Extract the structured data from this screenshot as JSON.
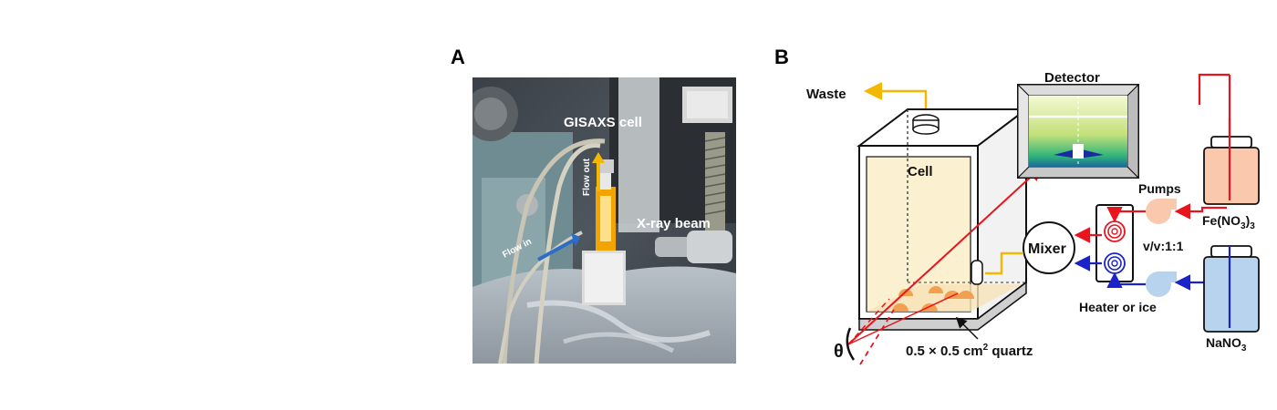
{
  "panel_a": {
    "letter": "A",
    "labels": {
      "gisaxs_cell": "GISAXS cell",
      "flow_out": "Flow out",
      "flow_in": "Flow in",
      "xray_beam": "X-ray beam"
    }
  },
  "panel_b": {
    "letter": "B",
    "labels": {
      "waste": "Waste",
      "detector": "Detector",
      "cell": "Cell",
      "pumps": "Pumps",
      "mixer": "Mixer",
      "ratio": "v/v:1:1",
      "heater": "Heater or ice",
      "theta": "θ",
      "quartz_pre": "0.5 × 0.5 cm",
      "quartz_sup": "2",
      "quartz_post": " quartz",
      "reagent_top_main": "Fe(NO",
      "reagent_top_sub": "3",
      "reagent_top_close": ")",
      "reagent_top_sub2": "3",
      "reagent_bottom_main": "NaNO",
      "reagent_bottom_sub": "3"
    }
  },
  "colors": {
    "waste_line": "#f5b800",
    "red_line": "#e8141e",
    "blue_line": "#1a22c8",
    "cell_fill": "#fbf0cf",
    "fe_solution": "#f9c8ad",
    "na_solution": "#b8d3ee",
    "sample_dots": "#f2a050"
  }
}
